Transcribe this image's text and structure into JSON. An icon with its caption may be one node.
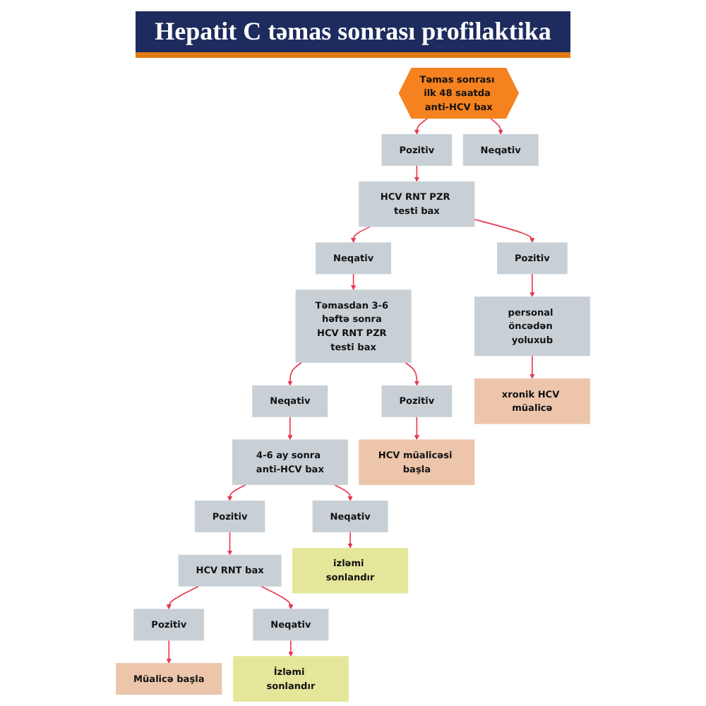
{
  "diagram": {
    "title": "Hepatit C təmas sonrası profilaktika",
    "nodes": [
      {
        "text": [
          "Təmas sonrası ilk 48 saatda anti-HCV bax"
        ]
      },
      {
        "text": [
          "Pozitiv"
        ]
      },
      {
        "text": [
          "Neqativ"
        ]
      },
      {
        "text": [
          "HCV RNT PZR testi bax"
        ]
      },
      {
        "text": [
          "Neqativ"
        ]
      },
      {
        "text": [
          "Təmasdan 3-6 həftə sonra HCV RNT PZR testi bax"
        ]
      },
      {
        "text": [
          "Pozitiv"
        ]
      },
      {
        "text": [
          "Neqativ"
        ]
      },
      {
        "text": [
          "Pozitiv"
        ]
      },
      {
        "text": [
          "personal öncədən yoluxub"
        ]
      },
      {
        "text": [
          "4-6 ay sonra anti-HCV bax"
        ]
      },
      {
        "text": [
          "HCV müalicəsi başla"
        ]
      },
      {
        "text": [
          "xronik HCV müalicə"
        ]
      },
      {
        "text": [
          "Pozitiv"
        ]
      },
      {
        "text": [
          "Neqativ"
        ]
      },
      {
        "text": [
          "HCV RNT bax"
        ]
      },
      {
        "text": [
          "izləmi sonlandır"
        ]
      },
      {
        "text": [
          "Pozitiv"
        ]
      },
      {
        "text": [
          "Neqativ"
        ]
      },
      {
        "text": [
          "Müalicə başla"
        ]
      },
      {
        "text": [
          "İzləmi sonlandır"
        ]
      }
    ],
    "edges": [
      {
        "from": 0,
        "to": 1,
        "arrow": "to"
      },
      {
        "from": 0,
        "to": 2,
        "arrow": "to"
      },
      {
        "from": 1,
        "to": 3,
        "arrow": "to"
      },
      {
        "from": 3,
        "to": 4,
        "arrow": "to"
      },
      {
        "from": 4,
        "to": 5,
        "arrow": "to"
      },
      {
        "from": 3,
        "to": 6,
        "arrow": "to"
      },
      {
        "from": 5,
        "to": 7,
        "arrow": "to"
      },
      {
        "from": 5,
        "to": 8,
        "arrow": "to"
      },
      {
        "from": 6,
        "to": 9,
        "arrow": "to"
      },
      {
        "from": 7,
        "to": 10,
        "arrow": "to"
      },
      {
        "from": 8,
        "to": 11,
        "arrow": "to"
      },
      {
        "from": 9,
        "to": 12,
        "arrow": "to"
      },
      {
        "from": 10,
        "to": 13,
        "arrow": "to"
      },
      {
        "from": 10,
        "to": 14,
        "arrow": "to"
      },
      {
        "from": 13,
        "to": 15,
        "arrow": "to"
      },
      {
        "from": 14,
        "to": 16,
        "arrow": "to"
      },
      {
        "from": 15,
        "to": 17,
        "arrow": "to"
      },
      {
        "from": 15,
        "to": 18,
        "arrow": "to"
      },
      {
        "from": 17,
        "to": 19,
        "arrow": "to"
      },
      {
        "from": 18,
        "to": 20,
        "arrow": "to"
      }
    ]
  }
}
